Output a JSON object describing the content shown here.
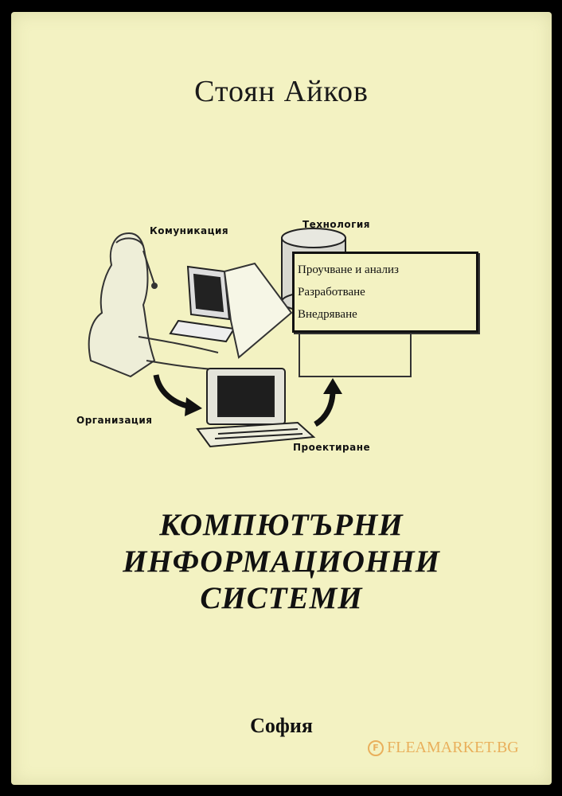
{
  "cover": {
    "author": "Стоян Айков",
    "diagram": {
      "label_communication": "Комуникация",
      "label_technology": "Технология",
      "label_organization": "Организация",
      "label_design": "Проектиране",
      "stages": [
        "Проучване и анализ",
        "Разработване",
        "Внедряване"
      ]
    },
    "title_lines": [
      "КОМПЮТЪРНИ",
      "ИНФОРМАЦИОННИ",
      "СИСТЕМИ"
    ],
    "city": "София"
  },
  "watermark": {
    "badge": "F",
    "text": "FLEAMARKET.BG",
    "color": "#e8a44a"
  }
}
